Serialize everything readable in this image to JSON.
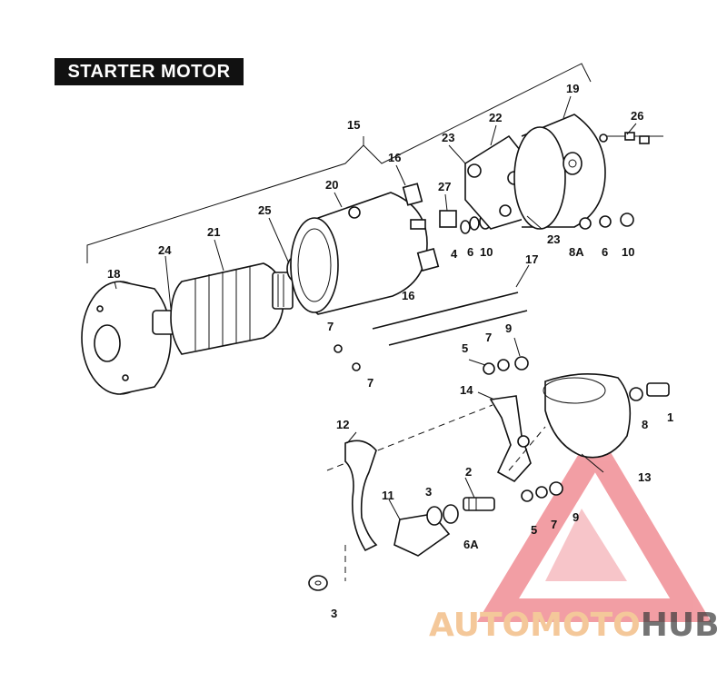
{
  "title": "STARTER MOTOR",
  "callouts": [
    {
      "id": "c15",
      "label": "15"
    },
    {
      "id": "c19",
      "label": "19"
    },
    {
      "id": "c26",
      "label": "26"
    },
    {
      "id": "c22",
      "label": "22"
    },
    {
      "id": "c23a",
      "label": "23"
    },
    {
      "id": "c16a",
      "label": "16"
    },
    {
      "id": "c20",
      "label": "20"
    },
    {
      "id": "c27",
      "label": "27"
    },
    {
      "id": "c25",
      "label": "25"
    },
    {
      "id": "c21",
      "label": "21"
    },
    {
      "id": "c24",
      "label": "24"
    },
    {
      "id": "c18",
      "label": "18"
    },
    {
      "id": "c4",
      "label": "4"
    },
    {
      "id": "c6a",
      "label": "6"
    },
    {
      "id": "c10a",
      "label": "10"
    },
    {
      "id": "c23b",
      "label": "23"
    },
    {
      "id": "c8A",
      "label": "8A"
    },
    {
      "id": "c6b",
      "label": "6"
    },
    {
      "id": "c10b",
      "label": "10"
    },
    {
      "id": "c16b",
      "label": "16"
    },
    {
      "id": "c17",
      "label": "17"
    },
    {
      "id": "c7a",
      "label": "7"
    },
    {
      "id": "c7b",
      "label": "7"
    },
    {
      "id": "c5a",
      "label": "5"
    },
    {
      "id": "c7c",
      "label": "7"
    },
    {
      "id": "c9a",
      "label": "9"
    },
    {
      "id": "c14",
      "label": "14"
    },
    {
      "id": "c8",
      "label": "8"
    },
    {
      "id": "c1",
      "label": "1"
    },
    {
      "id": "c12",
      "label": "12"
    },
    {
      "id": "c13",
      "label": "13"
    },
    {
      "id": "c2",
      "label": "2"
    },
    {
      "id": "c3a",
      "label": "3"
    },
    {
      "id": "c11",
      "label": "11"
    },
    {
      "id": "c6A",
      "label": "6A"
    },
    {
      "id": "c5b",
      "label": "5"
    },
    {
      "id": "c7d",
      "label": "7"
    },
    {
      "id": "c9b",
      "label": "9"
    },
    {
      "id": "c3b",
      "label": "3"
    }
  ],
  "watermark": {
    "part1": "AUTO",
    "part2": "MOTO",
    "part3": "HUB",
    "color_light": "#f4c89a",
    "color_dark": "#3a3a3a",
    "triangle_color": "#e8505b"
  }
}
